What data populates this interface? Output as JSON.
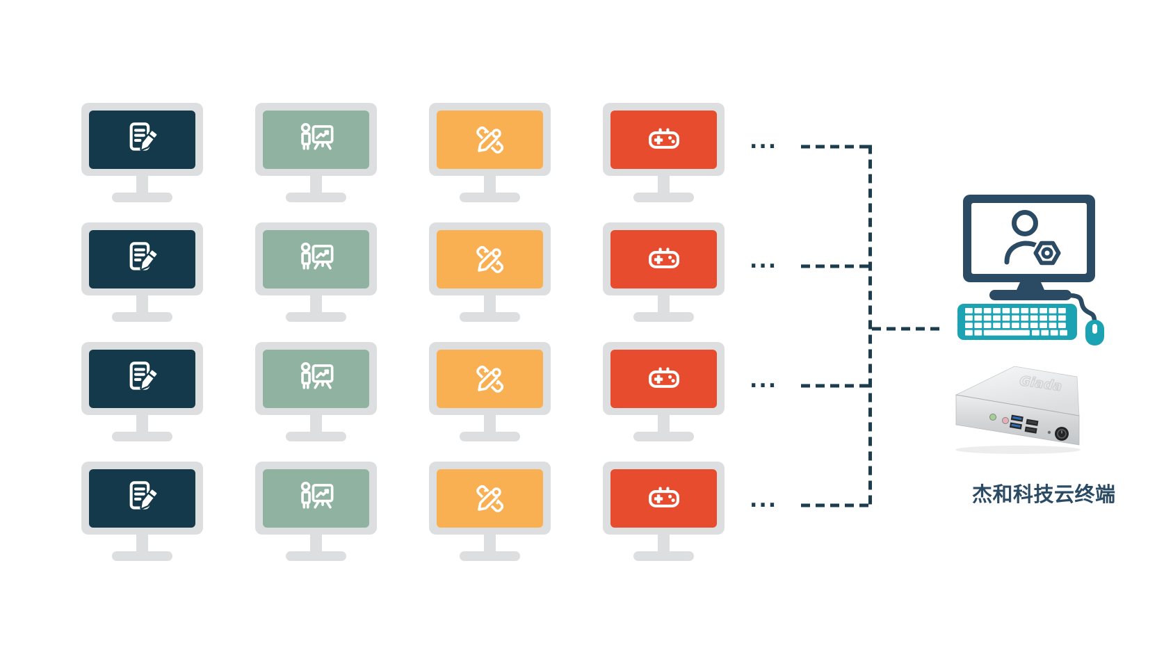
{
  "diagram": {
    "terminal_label": "杰和科技云终端",
    "device_logo": "Giada",
    "row_ellipsis": "...",
    "grid": {
      "rows": 4,
      "cols": 4
    },
    "workstations": [
      {
        "id": "document-workstation",
        "icon": "document-edit-icon",
        "screen_color": "#13394a"
      },
      {
        "id": "presentation-workstation",
        "icon": "presentation-icon",
        "screen_color": "#8fb3a0"
      },
      {
        "id": "design-workstation",
        "icon": "design-tools-icon",
        "screen_color": "#f9b052"
      },
      {
        "id": "gaming-workstation",
        "icon": "game-controller-icon",
        "screen_color": "#e84c2e"
      }
    ],
    "colors": {
      "background": "#ffffff",
      "monitor_frame": "#dddedf",
      "connector": "#1d3d4f",
      "admin_navy": "#2b4a63",
      "keyboard_teal": "#1ba3b3",
      "label_text": "#2b4a63",
      "device_silver": "#e3e5e7"
    }
  }
}
